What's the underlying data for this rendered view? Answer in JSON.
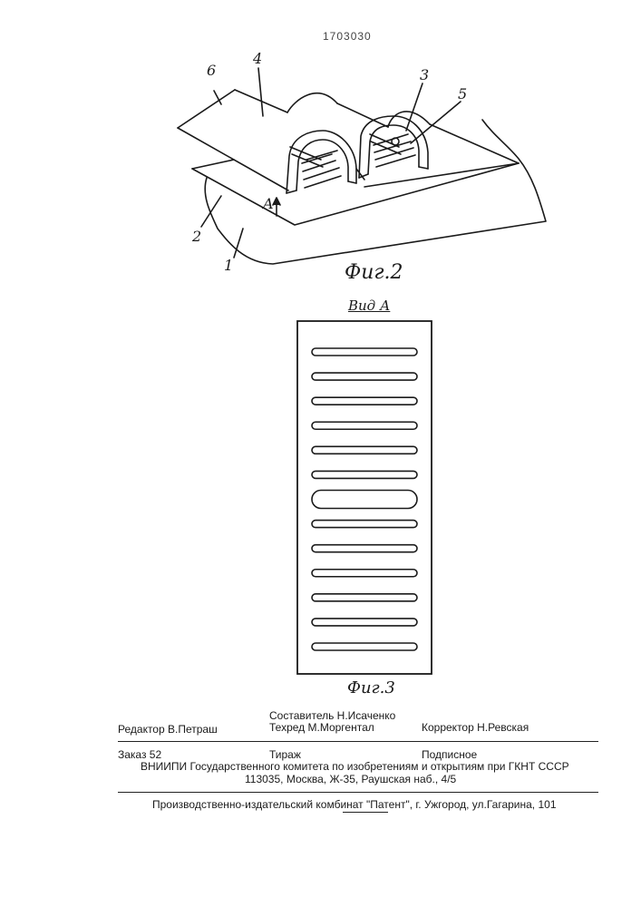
{
  "patent_number": "1703030",
  "figure2": {
    "caption": "Фиг.2",
    "labels": {
      "l6": "6",
      "l4": "4",
      "l3": "3",
      "l5": "5",
      "l2": "2",
      "l1": "1",
      "arrow_a": "A"
    }
  },
  "figure3": {
    "view_title": "Вид А",
    "caption": "Фиг.3",
    "slot_count": 13
  },
  "footer": {
    "compiler": "Составитель Н.Исаченко",
    "editor": "Редактор В.Петраш",
    "tech_editor": "Техред М.Моргентал",
    "corrector": "Корректор Н.Ревская",
    "order": "Заказ 52",
    "circulation": "Тираж",
    "subscription": "Подписное",
    "organization": "ВНИИПИ Государственного комитета по изобретениям и открытиям при ГКНТ СССР",
    "address": "113035, Москва, Ж-35, Раушская наб., 4/5",
    "publisher": "Производственно-издательский комбинат \"Патент\", г. Ужгород, ул.Гагарина, 101"
  }
}
